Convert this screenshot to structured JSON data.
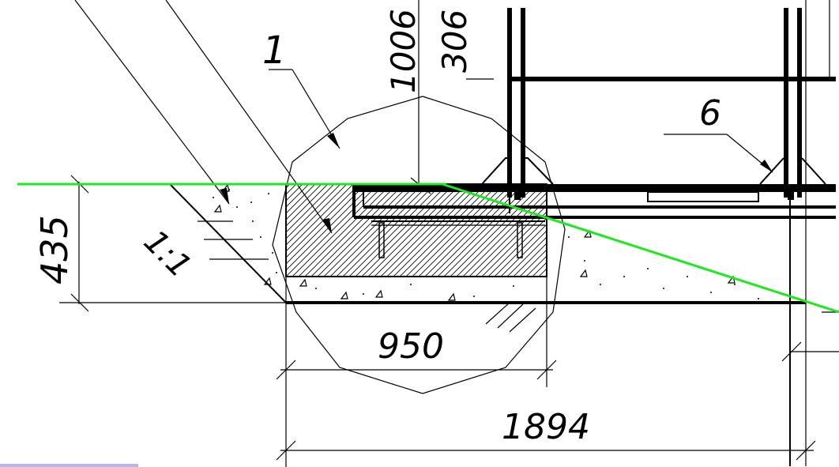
{
  "drawing": {
    "dimensions": {
      "height_435": "435",
      "width_950": "950",
      "width_1894": "1894",
      "top_1006": "1006",
      "top_306": "306"
    },
    "callouts": {
      "callout_1": "1",
      "callout_6": "6"
    },
    "slope_label": "1:1"
  },
  "colors": {
    "guide_line": "#1ee81e",
    "selection_bar": "#b5b5f5",
    "linework": "#000000"
  }
}
